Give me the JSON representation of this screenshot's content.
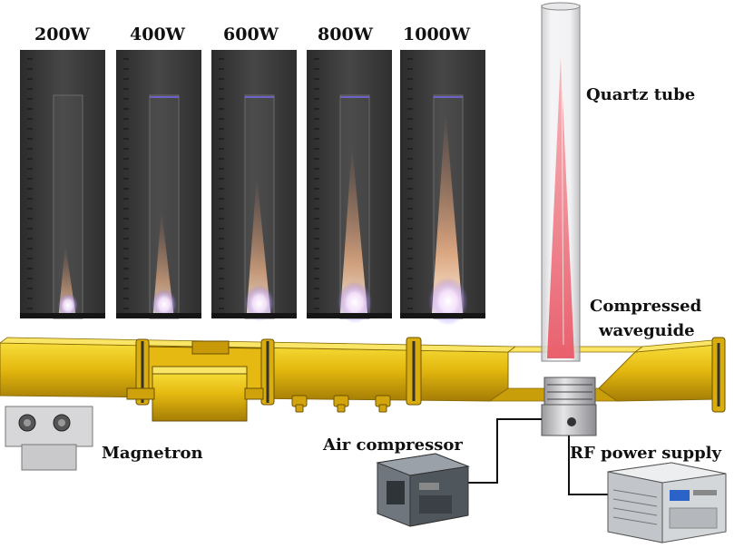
{
  "power_levels": [
    "200W",
    "400W",
    "600W",
    "800W",
    "1000W"
  ],
  "plume_strength": [
    0.22,
    0.42,
    0.62,
    0.8,
    1.0
  ],
  "components": {
    "quartz_tube": "Quartz tube",
    "compressed_waveguide_line1": "Compressed",
    "compressed_waveguide_line2": "waveguide",
    "magnetron": "Magnetron",
    "air_compressor": "Air compressor",
    "rf_power_supply": "RF power supply"
  },
  "colors": {
    "waveguide": "#e9c214",
    "plasma": "#e85c6a",
    "photo_bg": "#3a3a3a"
  }
}
